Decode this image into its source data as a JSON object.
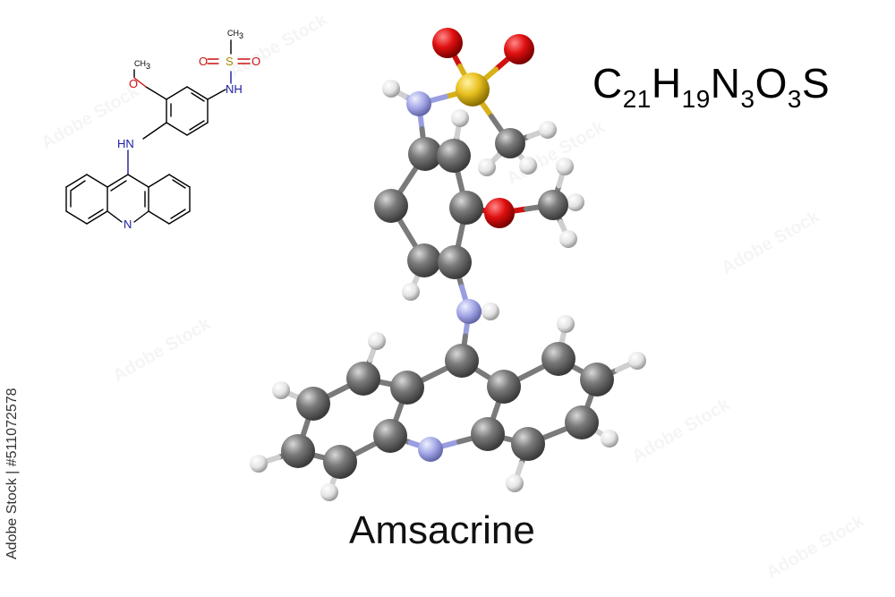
{
  "molecule": {
    "name": "Amsacrine",
    "formula": [
      {
        "t": "C"
      },
      {
        "s": "21"
      },
      {
        "t": "H"
      },
      {
        "s": "19"
      },
      {
        "t": "N"
      },
      {
        "s": "3"
      },
      {
        "t": "O"
      },
      {
        "s": "3"
      },
      {
        "t": "S"
      }
    ]
  },
  "skeletal_labels": {
    "ch3_top": "CH",
    "ch3_top_sub": "3",
    "o_left": "O",
    "s": "S",
    "o_right": "O",
    "nh_right": "NH",
    "o_methoxy": "O",
    "ch3_methoxy": "CH",
    "ch3_methoxy_sub": "3",
    "nh_link": "HN",
    "n_ring": "N"
  },
  "stock_id": "Adobe Stock | #511072578",
  "atom_colors": {
    "carbon": "#6e6e6e",
    "hydrogen": "#e6e6e6",
    "nitrogen": "#a3a6e6",
    "oxygen": "#e01010",
    "sulfur": "#e8c020",
    "n_label": "#1a1aa0",
    "o_label": "#cc1010",
    "s_label": "#a88a00"
  }
}
